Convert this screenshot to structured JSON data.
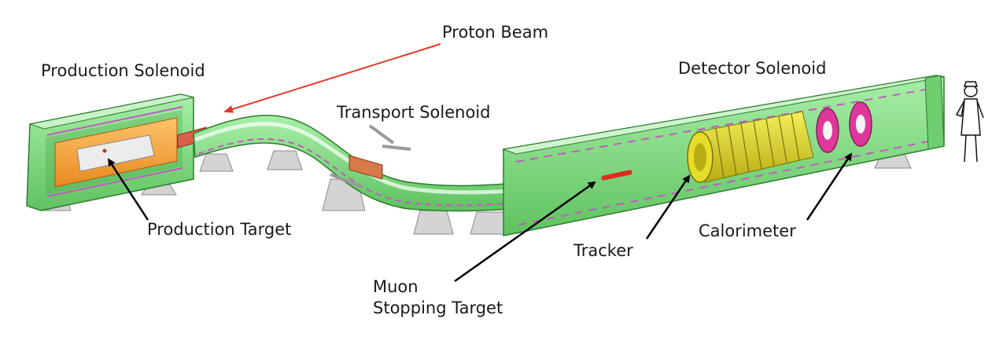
{
  "labels": {
    "production_solenoid": "Production Solenoid",
    "proton_beam": "Proton Beam",
    "transport_solenoid": "Transport Solenoid",
    "detector_solenoid": "Detector Solenoid",
    "production_target": "Production Target",
    "muon_stopping_target_line1": "Muon",
    "muon_stopping_target_line2": "Stopping Target",
    "tracker": "Tracker",
    "calorimeter": "Calorimeter"
  },
  "colors": {
    "solenoid_body": "#8fe28f",
    "solenoid_edge": "#2d7a2d",
    "solenoid_inner": "#cfeecf",
    "production_core": "#f5a23c",
    "target_shell": "#e8e8e8",
    "tracker": "#e6dc2a",
    "calorimeter_ring": "#e0379a",
    "proton_beam_arrow": "#e03a2a",
    "stopping_target": "#e02a20",
    "supports": "#cfcfcf",
    "pointer": "#000000"
  },
  "icons": {
    "person": "person-scale-figure-icon"
  }
}
